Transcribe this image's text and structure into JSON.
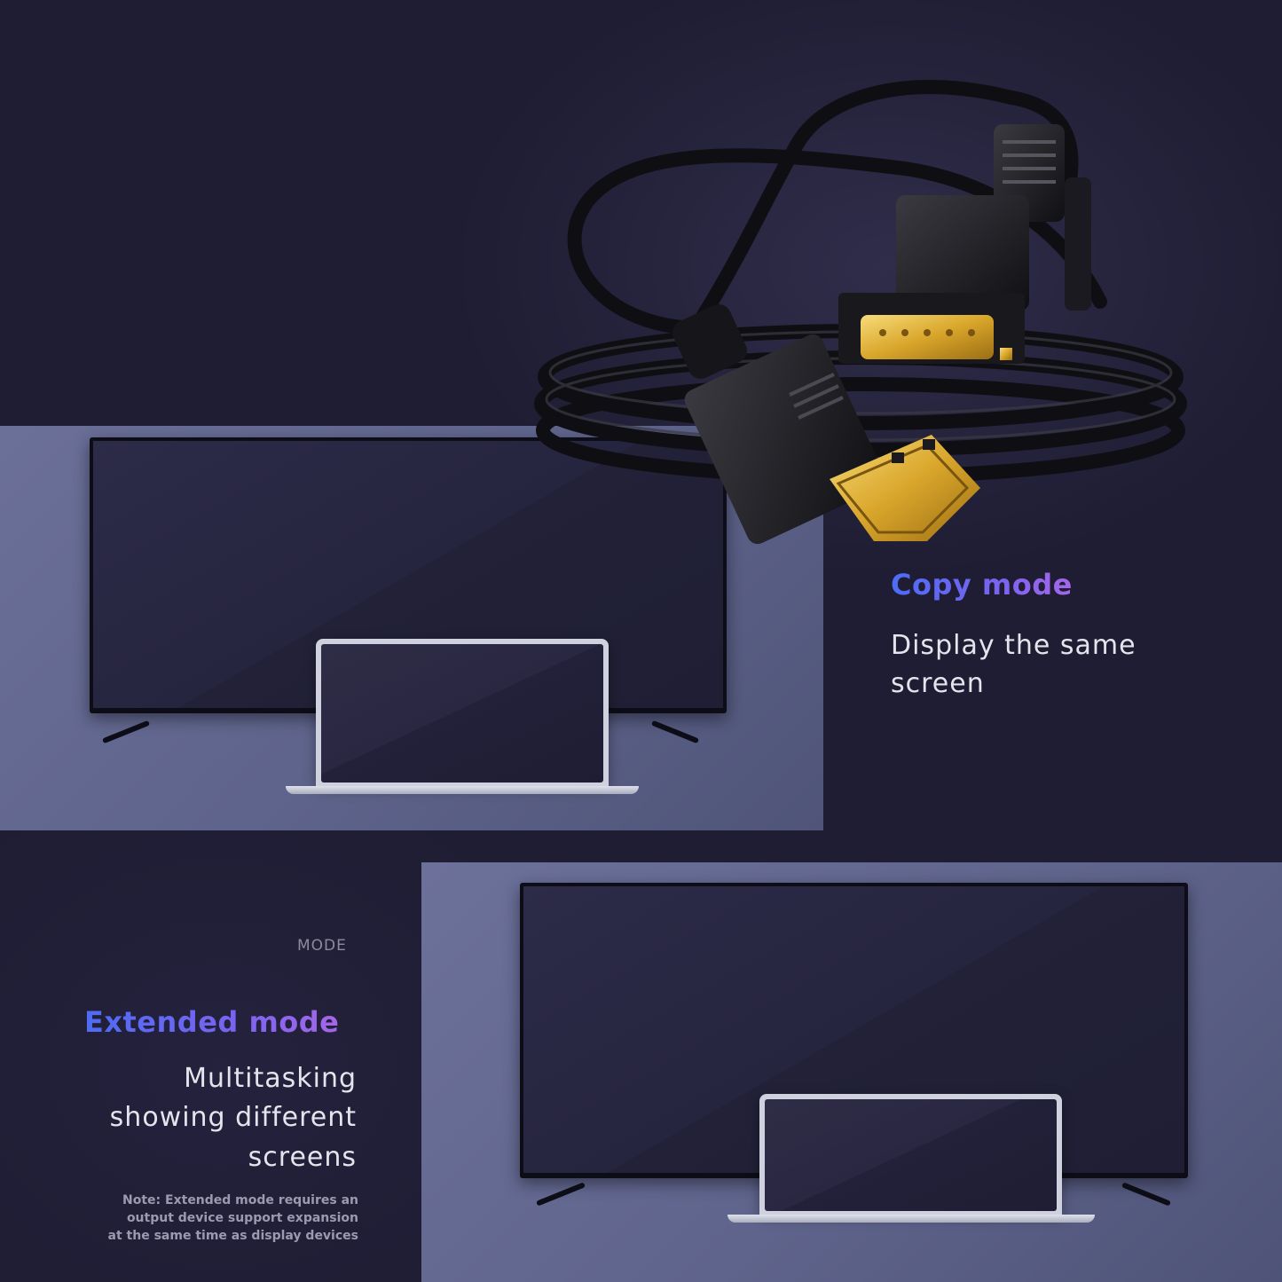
{
  "copy_mode": {
    "title": "Copy mode",
    "description": "Display the same screen"
  },
  "extended_mode": {
    "label": "MODE",
    "title": "Extended mode",
    "description_lines": [
      "Multitasking",
      "showing different",
      "screens"
    ],
    "note_lines": [
      "Note: Extended mode requires an",
      "output device support expansion",
      "at the same time as display devices"
    ]
  },
  "colors": {
    "background": "#1f1d33",
    "panel": "#5f648c",
    "heading_gradient_start": "#4d6cf4",
    "heading_gradient_end": "#a567e8",
    "connector_gold": "#d9a62b"
  },
  "icons": [
    "tv-icon",
    "laptop-icon",
    "hdmi-connector-icon",
    "vga-connector-icon",
    "cable-icon"
  ]
}
